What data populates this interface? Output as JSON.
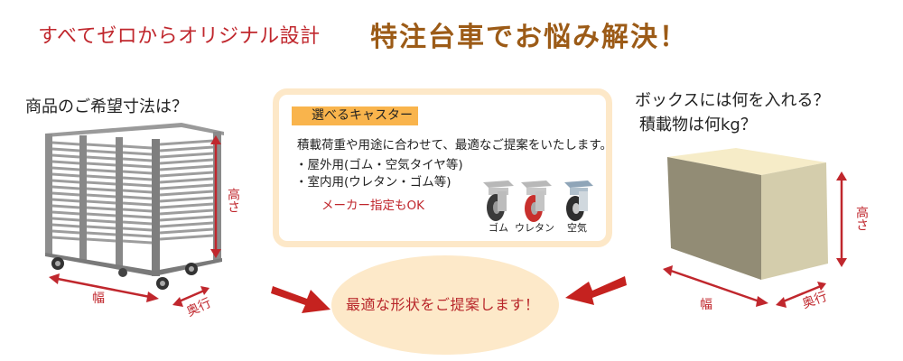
{
  "header": {
    "subtitle": "すべてゼロからオリジナル設計",
    "title": "特注台車でお悩み解決！",
    "subtitle_color": "#c0272d",
    "title_color": "#9c5b17"
  },
  "left_section": {
    "question": "商品のご希望寸法は？",
    "dimensions": {
      "height": "高さ",
      "width": "幅",
      "depth": "奥行"
    }
  },
  "caster_panel": {
    "tag": "選べるキャスター",
    "description": "積載荷重や用途に合わせて、最適なご提案をいたします。",
    "bullets": [
      "・屋外用(ゴム・空気タイヤ等)",
      "・室内用(ウレタン・ゴム等)"
    ],
    "maker_note": "メーカー指定もOK",
    "casters": [
      {
        "label": "ゴム",
        "wheel_color": "#3a3a3a"
      },
      {
        "label": "ウレタン",
        "wheel_color": "#c8302d"
      },
      {
        "label": "空気",
        "wheel_color": "#2e2e2e"
      }
    ],
    "border_color": "#fde8c8",
    "tag_color": "#f9b44c"
  },
  "right_section": {
    "question_1": "ボックスには何を入れる？",
    "question_2": "積載物は何kg？",
    "dimensions": {
      "height": "高さ",
      "width": "幅",
      "depth": "奥行"
    }
  },
  "proposal": {
    "text": "最適な形状をご提案します！",
    "bubble_color": "#fde9c9",
    "arrow_color": "#c5221f"
  }
}
